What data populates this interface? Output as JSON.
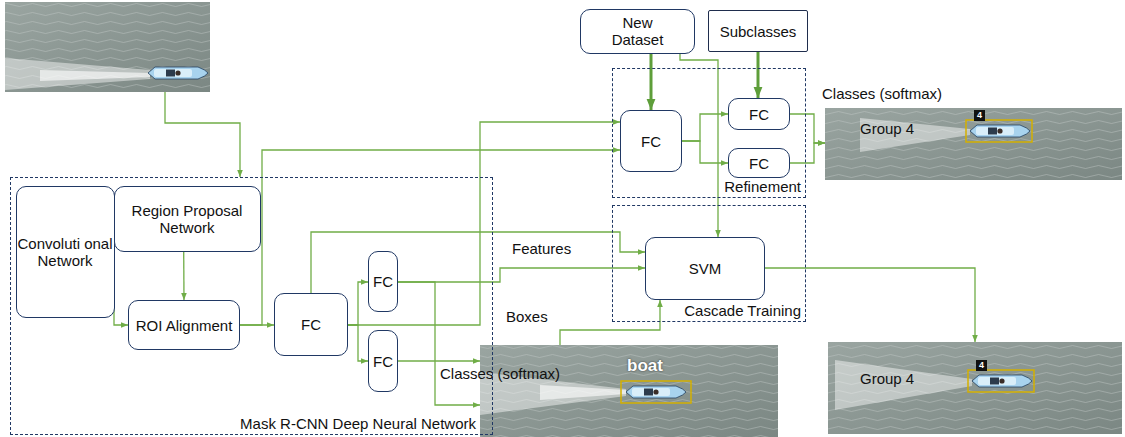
{
  "diagram": {
    "nodes": [
      {
        "text": [
          "Mask R-CNN Deep Neural Network"
        ]
      },
      {
        "text": [
          "Convoluti onal Network"
        ],
        "in": 0
      },
      {
        "text": [
          "Region Proposal Network"
        ],
        "in": 0
      },
      {
        "text": [
          "ROI Alignment"
        ],
        "in": 0
      },
      {
        "text": [
          "FC"
        ],
        "in": 0
      },
      {
        "text": [
          "FC"
        ],
        "in": 0
      },
      {
        "text": [
          "FC"
        ],
        "in": 0
      },
      {
        "text": [
          "New Dataset"
        ]
      },
      {
        "text": [
          "Subclasses"
        ]
      },
      {
        "text": [
          "Refinement"
        ]
      },
      {
        "text": [
          "FC"
        ],
        "in": 9
      },
      {
        "text": [
          "FC"
        ],
        "in": 9
      },
      {
        "text": [
          "FC"
        ],
        "in": 9
      },
      {
        "text": [
          "Cascade Training"
        ]
      },
      {
        "text": [
          "SVM"
        ],
        "in": 13
      },
      {
        "text": [
          "boat"
        ]
      },
      {
        "text": [
          "Group 4",
          "4"
        ]
      },
      {
        "text": [
          "Group 4",
          "4"
        ]
      }
    ],
    "edges": [
      {
        "from": 1,
        "to": 2,
        "arrow": "to"
      },
      {
        "from": 1,
        "to": 3,
        "arrow": "to"
      },
      {
        "from": 2,
        "to": 3,
        "arrow": "to"
      },
      {
        "from": 3,
        "to": 4,
        "arrow": "to"
      },
      {
        "from": 4,
        "to": 5,
        "arrow": "to"
      },
      {
        "from": 4,
        "to": 6,
        "arrow": "to"
      },
      {
        "from": 4,
        "to": 14,
        "arrow": "to"
      },
      {
        "from": 5,
        "to": 14,
        "label": "Features",
        "arrow": "to"
      },
      {
        "from": 5,
        "to": 15,
        "arrow": "to"
      },
      {
        "from": 6,
        "to": 15,
        "label": "Classes (softmax)",
        "arrow": "to"
      },
      {
        "from": 15,
        "to": 14,
        "label": "Boxes",
        "arrow": "to"
      },
      {
        "from": 4,
        "to": 10,
        "arrow": "to"
      },
      {
        "from": 3,
        "to": 10,
        "arrow": "to"
      },
      {
        "from": 7,
        "to": 10,
        "arrow": "to"
      },
      {
        "from": 7,
        "to": 14,
        "arrow": "to"
      },
      {
        "from": 8,
        "to": 11,
        "arrow": "to"
      },
      {
        "from": 10,
        "to": 11,
        "arrow": "to"
      },
      {
        "from": 10,
        "to": 12,
        "arrow": "to"
      },
      {
        "from": 11,
        "to": 16,
        "label": "Classes (softmax)",
        "arrow": "to"
      },
      {
        "from": 12,
        "to": 16,
        "arrow": "to"
      },
      {
        "from": 14,
        "to": 17,
        "arrow": "to"
      }
    ]
  }
}
